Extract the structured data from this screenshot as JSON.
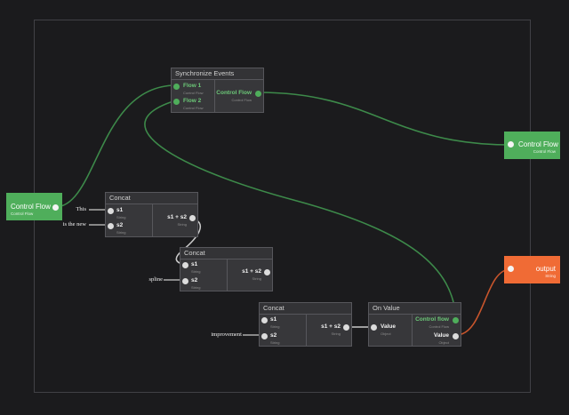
{
  "colors": {
    "background": "#1b1b1d",
    "control_wire": "#3d8a4a",
    "data_wire": "#c9c9c9",
    "value_wire": "#c8552c",
    "control_node": "#4fae5b",
    "output_node": "#f06b35"
  },
  "input_node": {
    "title": "Control Flow",
    "subtitle": "Control Flow"
  },
  "output_control_node": {
    "title": "Control Flow",
    "subtitle": "Control Flow"
  },
  "output_value_node": {
    "title": "output",
    "subtitle": "String"
  },
  "sync_node": {
    "title": "Synchronize Events",
    "inputs": [
      {
        "name": "Flow 1",
        "type": "Control Flow"
      },
      {
        "name": "Flow 2",
        "type": "Control Flow"
      }
    ],
    "output": {
      "name": "Control Flow",
      "type": "Control Flow"
    }
  },
  "concat_nodes": [
    {
      "title": "Concat",
      "in1": "s1",
      "in1_type": "String",
      "in2": "s2",
      "in2_type": "String",
      "out": "s1 + s2",
      "out_type": "String"
    },
    {
      "title": "Concat",
      "in1": "s1",
      "in1_type": "String",
      "in2": "s2",
      "in2_type": "String",
      "out": "s1 + s2",
      "out_type": "String"
    },
    {
      "title": "Concat",
      "in1": "s1",
      "in1_type": "String",
      "in2": "s2",
      "in2_type": "String",
      "out": "s1 + s2",
      "out_type": "String"
    }
  ],
  "on_value_node": {
    "title": "On Value",
    "input": {
      "name": "Value",
      "type": "Object"
    },
    "outputs": [
      {
        "name": "Control flow",
        "type": "Control Flow"
      },
      {
        "name": "Value",
        "type": "Object"
      }
    ]
  },
  "literals": [
    "This",
    "is the new",
    "spline",
    "improvement"
  ]
}
